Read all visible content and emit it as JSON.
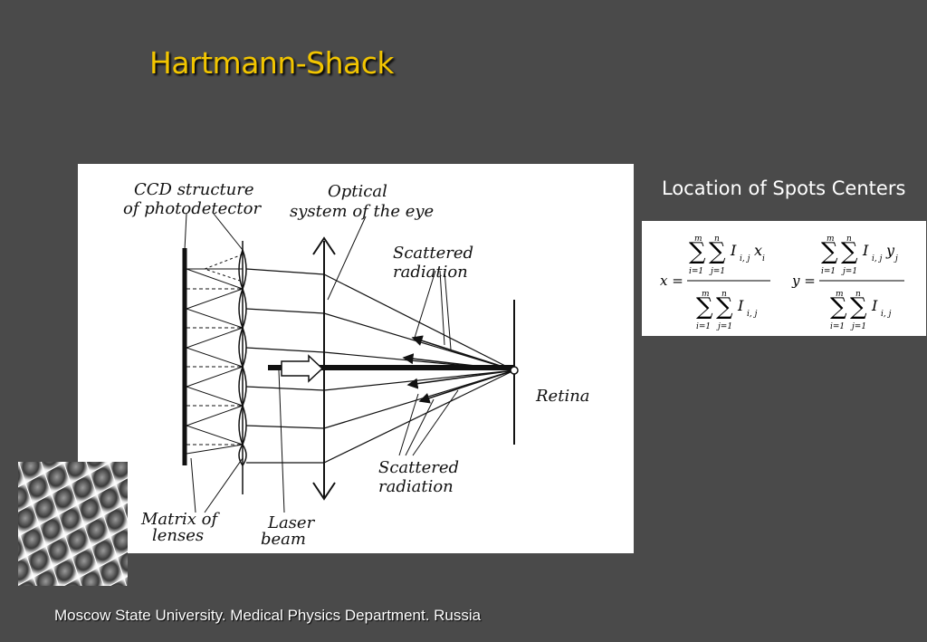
{
  "title": "Hartmann-Shack",
  "diagram": {
    "labels": {
      "ccd_line1": "CCD structure",
      "ccd_line2": "of photodetector",
      "optical_line1": "Optical",
      "optical_line2": "system of the eye",
      "scattered_top_line1": "Scattered",
      "scattered_top_line2": "radiation",
      "retina": "Retina",
      "scattered_bottom_line1": "Scattered",
      "scattered_bottom_line2": "radiation",
      "matrix_line1": "Matrix of",
      "matrix_line2": "lenses",
      "laser_line1": "Laser",
      "laser_line2": "beam"
    }
  },
  "spots": {
    "heading": "Location of Spots Centers",
    "formula_x": {
      "lhs": "x =",
      "sum_upper_i": "m",
      "sum_upper_j": "n",
      "sum_lower_i": "i=1",
      "sum_lower_j": "j=1",
      "numerator_term": "I",
      "numerator_sub": "i, j",
      "numerator_var": "x",
      "numerator_var_sub": "i",
      "denominator_term": "I",
      "denominator_sub": "i, j"
    },
    "formula_y": {
      "lhs": "y =",
      "sum_upper_i": "m",
      "sum_upper_j": "n",
      "sum_lower_i": "i=1",
      "sum_lower_j": "j=1",
      "numerator_term": "I",
      "numerator_sub": "i, j",
      "numerator_var": "y",
      "numerator_var_sub": "j",
      "denominator_term": "I",
      "denominator_sub": "i, j"
    },
    "sum_symbol": "∑"
  },
  "footer": "Moscow State University. Medical Physics Department. Russia"
}
